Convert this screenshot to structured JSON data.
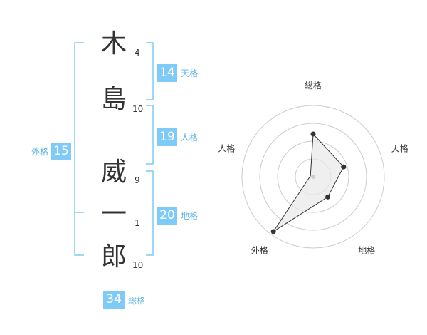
{
  "name": {
    "characters": [
      {
        "char": "木",
        "strokes": "4"
      },
      {
        "char": "島",
        "strokes": "10"
      },
      {
        "char": "威",
        "strokes": "9"
      },
      {
        "char": "一",
        "strokes": "1"
      },
      {
        "char": "郎",
        "strokes": "10"
      }
    ]
  },
  "fortunes": {
    "tenkaku": {
      "value": "14",
      "label": "天格"
    },
    "jinkaku": {
      "value": "19",
      "label": "人格"
    },
    "chikaku": {
      "value": "20",
      "label": "地格"
    },
    "gaikaku": {
      "value": "15",
      "label": "外格"
    },
    "soukaku": {
      "value": "34",
      "label": "総格"
    }
  },
  "radar": {
    "axes": [
      "総格",
      "天格",
      "地格",
      "外格",
      "人格"
    ],
    "levels": [
      0.6,
      0.45,
      0.35,
      0.95,
      0.0
    ]
  },
  "colors": {
    "accent": "#7fcbf7",
    "accent_text": "#5fb4e6",
    "bracket": "#7fcbf7",
    "text": "#333333",
    "grid": "#cccccc",
    "polygon_fill": "#e8e8e8"
  }
}
